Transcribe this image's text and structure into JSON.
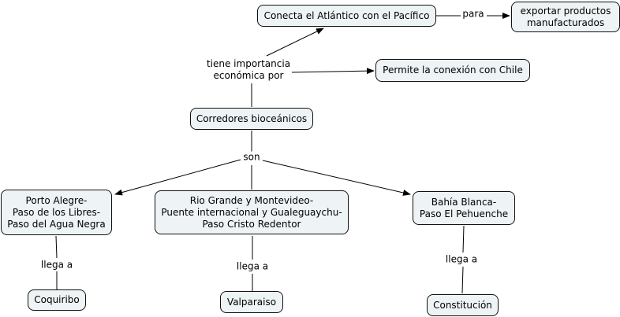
{
  "concept_map": {
    "root": {
      "label": "Corredores bioceánicos"
    },
    "linking_phrases": {
      "importance": "tiene importancia\neconómica por",
      "son": "son",
      "para": "para",
      "llega_a_1": "llega a",
      "llega_a_2": "llega a",
      "llega_a_3": "llega a"
    },
    "concepts": {
      "atlantic": "Conecta el Atlántico con el Pacífico",
      "export": "exportar productos\nmanufacturados",
      "chile": "Permite la conexión con Chile",
      "porto": "Porto Alegre-\nPaso de los Libres-\nPaso del Agua Negra",
      "rio": "Rio Grande y Montevideo-\nPuente internacional y Gualeguaychu-\nPaso Cristo Redentor",
      "bahia": "Bahía Blanca-\nPaso El Pehuenche",
      "coquiribo": "Coquiribo",
      "valparaiso": "Valparaiso",
      "constitucion": "Constitución"
    }
  }
}
